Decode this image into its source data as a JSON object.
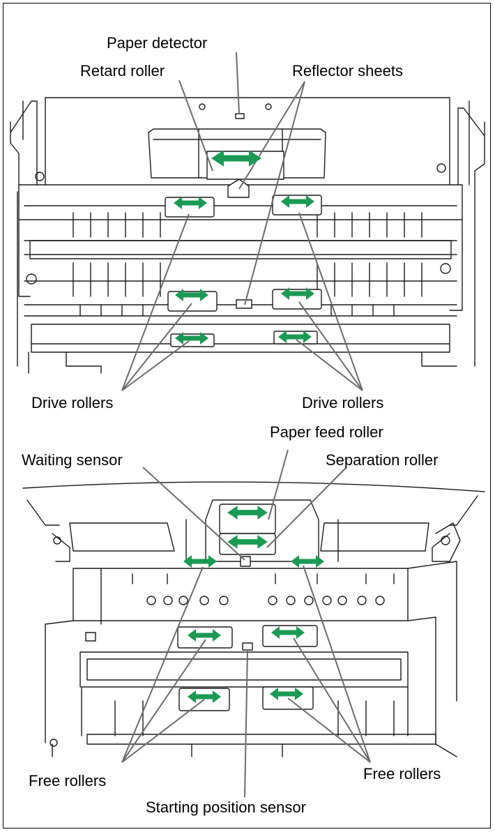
{
  "colors": {
    "arrow": "#1a9a52",
    "leader": "#6b6b6b",
    "ink": "#1a1a1a"
  },
  "labels": {
    "paper_detector": "Paper detector",
    "retard_roller": "Retard roller",
    "reflector_sheets": "Reflector sheets",
    "drive_rollers_left": "Drive rollers",
    "drive_rollers_right": "Drive rollers",
    "paper_feed_roller": "Paper feed roller",
    "waiting_sensor": "Waiting sensor",
    "separation_roller": "Separation roller",
    "free_rollers_left": "Free rollers",
    "free_rollers_right": "Free rollers",
    "starting_position_sensor": "Starting position sensor"
  }
}
